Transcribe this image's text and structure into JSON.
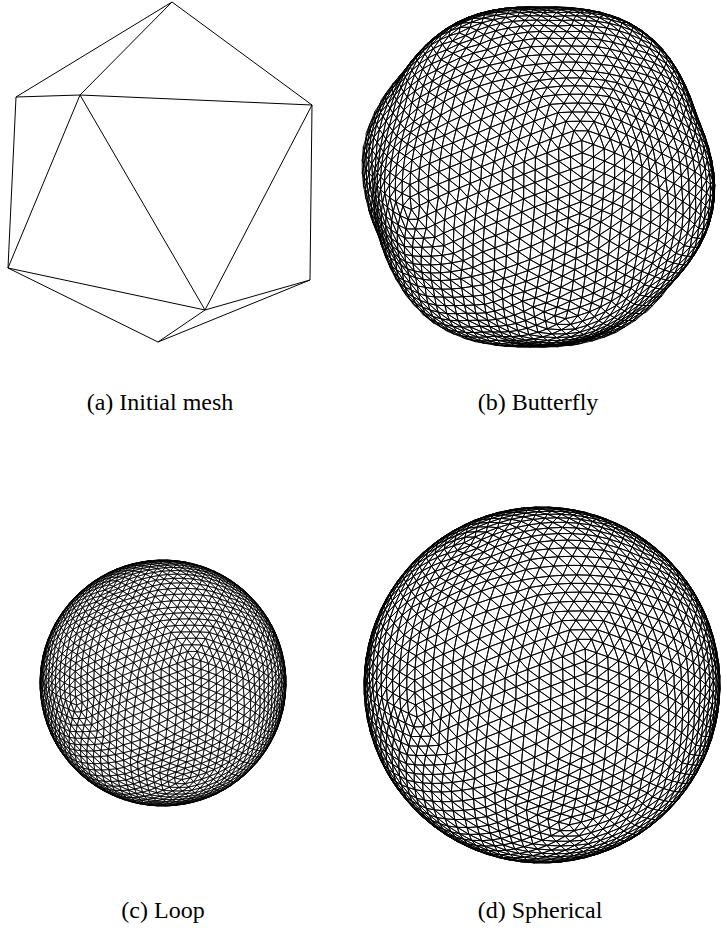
{
  "diagram": {
    "labels": [
      "(a) Initial mesh",
      "(b) Butterfly",
      "(c) Loop",
      "(d) Spherical"
    ]
  }
}
